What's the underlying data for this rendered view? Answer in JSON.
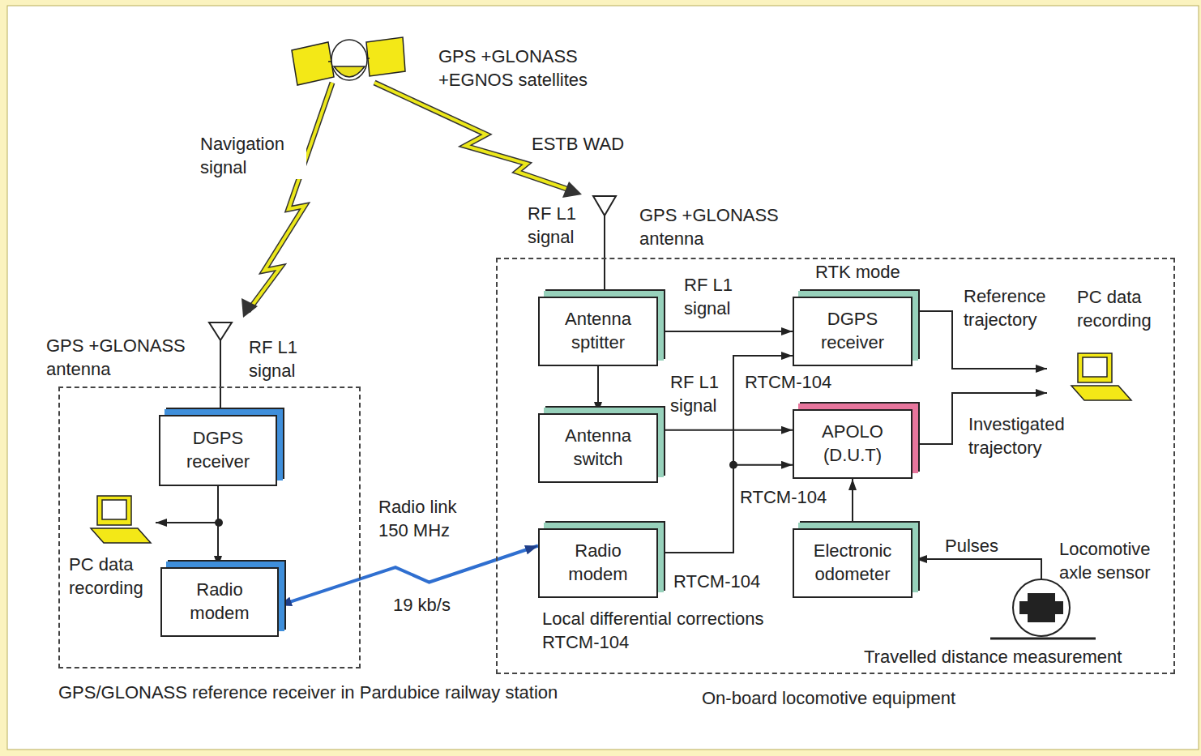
{
  "diagram": {
    "nodes": [
      {
        "text": [
          "GPS/GLONASS reference receiver in Pardubice railway station"
        ]
      },
      {
        "text": [
          "DGPS receiver"
        ],
        "in": 0
      },
      {
        "text": [
          "Radio modem"
        ],
        "in": 0
      },
      {
        "text": [
          "On-board locomotive equipment"
        ]
      },
      {
        "text": [
          "Antenna sptitter"
        ],
        "in": 3
      },
      {
        "text": [
          "DGPS receiver"
        ],
        "in": 3
      },
      {
        "text": [
          "Antenna switch"
        ],
        "in": 3
      },
      {
        "text": [
          "APOLO (D.U.T)"
        ],
        "in": 3
      },
      {
        "text": [
          "Radio modem"
        ],
        "in": 3
      },
      {
        "text": [
          "Electronic odometer"
        ],
        "in": 3
      }
    ],
    "edges": [
      {
        "from": 1,
        "to": 2,
        "arrow": "to"
      },
      {
        "from": 2,
        "to": 8,
        "label": "Radio link 150 MHz",
        "arrow": "both"
      },
      {
        "from": 4,
        "to": 5,
        "label": "RF L1 signal",
        "arrow": "to"
      },
      {
        "from": 4,
        "to": 6,
        "arrow": "to"
      },
      {
        "from": 6,
        "to": 7,
        "label": "RF L1 signal",
        "arrow": "to"
      },
      {
        "from": 8,
        "to": 5,
        "label": "RTCM-104",
        "arrow": "to"
      },
      {
        "from": 8,
        "to": 7,
        "label": "RTCM-104",
        "arrow": "to"
      },
      {
        "from": 9,
        "to": 7,
        "arrow": "to"
      }
    ],
    "labels": [
      "GPS +GLONASS +EGNOS satellites",
      "Navigation signal",
      "ESTB WAD",
      "RF L1 signal",
      "GPS +GLONASS antenna",
      "GPS +GLONASS antenna",
      "RF L1 signal",
      "PC data recording",
      "RTK mode",
      "Reference trajectory",
      "PC data recording",
      "Investigated trajectory",
      "RTCM-104",
      "Local differential corrections RTCM-104",
      "Pulses",
      "Locomotive axle sensor",
      "Travelled distance measurement",
      "19 kb/s"
    ]
  }
}
